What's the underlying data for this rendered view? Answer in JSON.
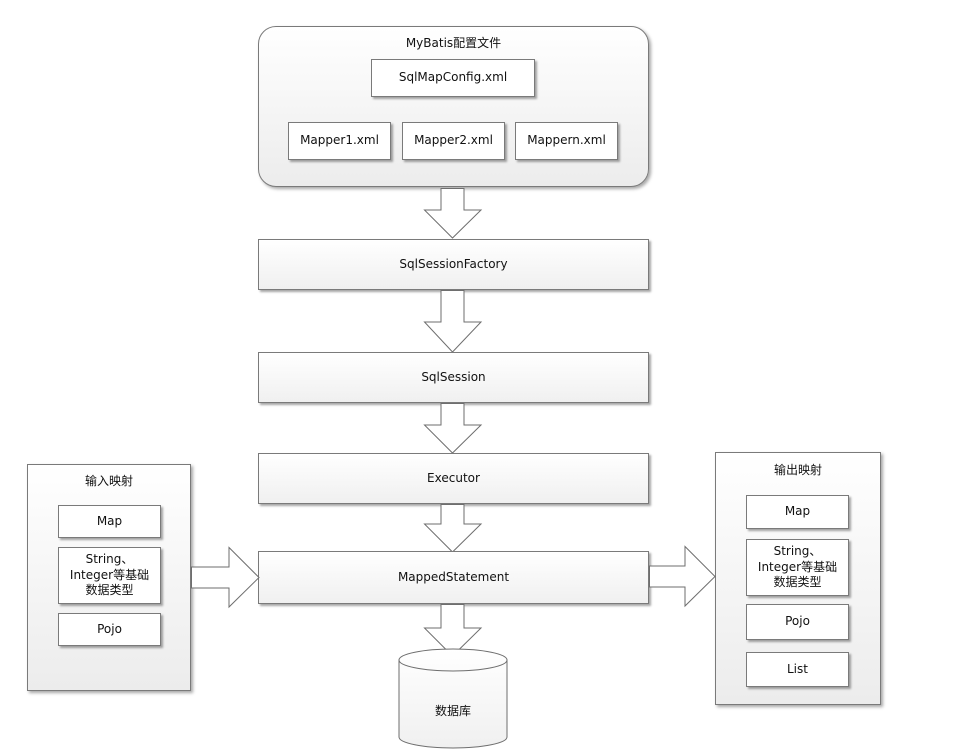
{
  "config": {
    "title": "MyBatis配置文件",
    "main_file": "SqlMapConfig.xml",
    "mappers": [
      "Mapper1.xml",
      "Mapper2.xml",
      "Mappern.xml"
    ]
  },
  "flow": {
    "factory": "SqlSessionFactory",
    "session": "SqlSession",
    "executor": "Executor",
    "statement": "MappedStatement"
  },
  "input": {
    "title": "输入映射",
    "items": [
      "Map",
      "String、\nInteger等基础\n数据类型",
      "Pojo"
    ]
  },
  "output": {
    "title": "输出映射",
    "items": [
      "Map",
      "String、\nInteger等基础\n数据类型",
      "Pojo",
      "List"
    ]
  },
  "database": "数据库"
}
